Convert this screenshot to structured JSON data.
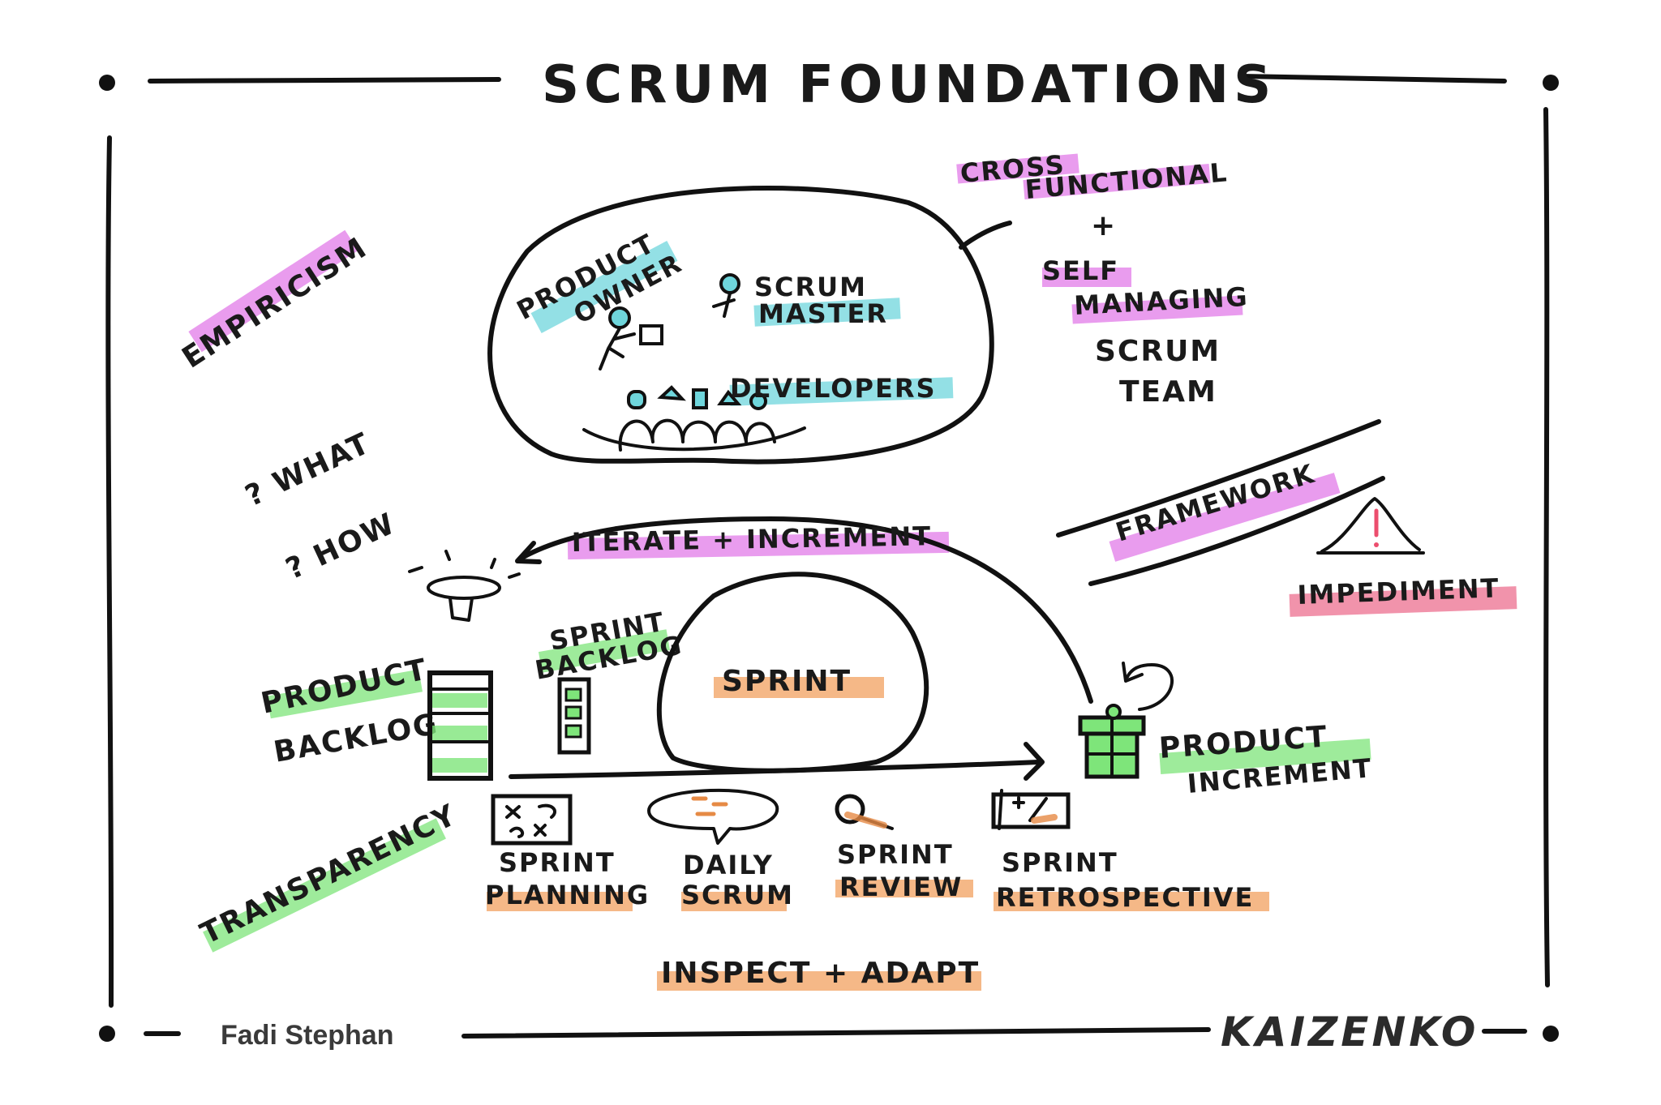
{
  "title": "SCRUM FOUNDATIONS",
  "colors": {
    "ink": "#111111",
    "magenta": "#e27be8",
    "cyan": "#6fd6dc",
    "green": "#7ee57a",
    "orange": "#f2a15f",
    "red": "#ec6f8f"
  },
  "pillars": {
    "empiricism": "EMPIRICISM",
    "transparency": "TRANSPARENCY",
    "inspect_adapt": "INSPECT + ADAPT"
  },
  "team": {
    "product_owner": [
      "PRODUCT",
      "OWNER"
    ],
    "scrum_master": [
      "SCRUM",
      "MASTER"
    ],
    "developers": "DEVELOPERS",
    "traits": [
      "CROSS",
      "FUNCTIONAL",
      "+",
      "SELF",
      "MANAGING"
    ],
    "name": [
      "SCRUM",
      "TEAM"
    ]
  },
  "questions": [
    "? WHAT",
    "? HOW"
  ],
  "loop": "ITERATE + INCREMENT",
  "framework": "FRAMEWORK",
  "impediment": "IMPEDIMENT",
  "artifacts": {
    "product_backlog": [
      "PRODUCT",
      "BACKLOG"
    ],
    "sprint_backlog": [
      "SPRINT",
      "BACKLOG"
    ],
    "sprint": "SPRINT",
    "product_increment": [
      "PRODUCT",
      "INCREMENT"
    ]
  },
  "events": {
    "planning": [
      "SPRINT",
      "PLANNING"
    ],
    "daily": [
      "DAILY",
      "SCRUM"
    ],
    "review": [
      "SPRINT",
      "REVIEW"
    ],
    "retro": [
      "SPRINT",
      "RETROSPECTIVE"
    ]
  },
  "footer": {
    "author": "Fadi Stephan",
    "brand": "KAIZENKO"
  }
}
